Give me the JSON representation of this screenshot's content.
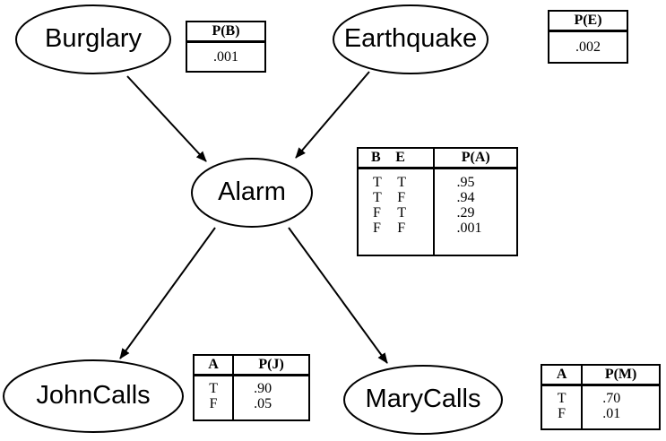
{
  "nodes": {
    "burglary": "Burglary",
    "earthquake": "Earthquake",
    "alarm": "Alarm",
    "johncalls": "JohnCalls",
    "marycalls": "MaryCalls"
  },
  "cpt_b": {
    "header": "P(B)",
    "value": ".001"
  },
  "cpt_e": {
    "header": "P(E)",
    "value": ".002"
  },
  "cpt_a": {
    "headers": [
      "B",
      "E",
      "P(A)"
    ],
    "rows": [
      [
        "T",
        "T",
        ".95"
      ],
      [
        "T",
        "F",
        ".94"
      ],
      [
        "F",
        "T",
        ".29"
      ],
      [
        "F",
        "F",
        ".001"
      ]
    ]
  },
  "cpt_j": {
    "headers": [
      "A",
      "P(J)"
    ],
    "rows": [
      [
        "T",
        ".90"
      ],
      [
        "F",
        ".05"
      ]
    ]
  },
  "cpt_m": {
    "headers": [
      "A",
      "P(M)"
    ],
    "rows": [
      [
        "T",
        ".70"
      ],
      [
        "F",
        ".01"
      ]
    ]
  }
}
